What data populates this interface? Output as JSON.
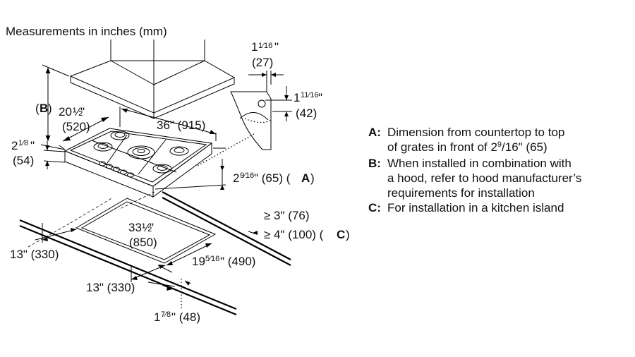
{
  "title": "Measurements in inches (mm)",
  "dims": {
    "d1_whole": "1",
    "d1_frac": "1⁄16",
    "d1_unit": "\"",
    "d1_mm": "(27)",
    "d2_whole": "1",
    "d2_frac": "11⁄16",
    "d2_unit": "\"",
    "d2_mm": "(42)",
    "b_letter": "B",
    "w1_whole": "20",
    "w1_frac": "½",
    "w1_unit": "\"",
    "w1_mm": "(520)",
    "w2": "36\" (915)",
    "h1_whole": "2",
    "h1_frac": "1⁄8",
    "h1_unit": "\"",
    "h1_mm": "(54)",
    "a_whole": "2",
    "a_frac": "9⁄16",
    "a_rest": "\" (65) (",
    "a_letter": "A",
    "a_close": ")",
    "c1": "≥ 3\" (76)",
    "c2_text": "≥ 4\" (100) (",
    "c2_letter": "C",
    "c2_close": ")",
    "cut_whole": "33",
    "cut_frac": "½",
    "cut_unit": "\"",
    "cut_mm": "(850)",
    "side_left": "13\" (330)",
    "depth_whole": "19",
    "depth_frac": "5⁄16",
    "depth_rest": "\" (490)",
    "front": "13\" (330)",
    "edge_whole": "1",
    "edge_frac": "7⁄8",
    "edge_rest": "\" (48)"
  },
  "legend": [
    {
      "key": "A:",
      "line1": "Dimension from countertop to top",
      "line2_pre": "of grates in front of 2",
      "line2_sup": "9",
      "line2_post": "/16\" (65)"
    },
    {
      "key": "B:",
      "line1": "When installed in combination with",
      "line2": "a hood, refer to hood manufacturer’s",
      "line3": "requirements for installation"
    },
    {
      "key": "C:",
      "line1": "For installation in a kitchen island"
    }
  ]
}
